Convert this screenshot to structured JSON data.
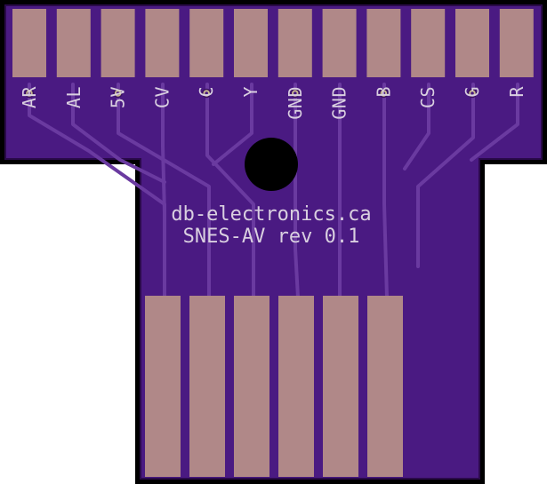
{
  "board": {
    "pins_top": [
      "AR",
      "AL",
      "5V",
      "CV",
      "C",
      "Y",
      "GND",
      "GND",
      "B",
      "CS",
      "G",
      "R"
    ],
    "title_line1": "db-electronics.ca",
    "title_line2": "SNES-AV rev 0.1",
    "colors": {
      "outline": "#000000",
      "pcb": "#4a1a82",
      "pcb_border": "#2a0a4a",
      "pad": "#b08888",
      "trace": "#6a3aa0",
      "silkscreen": "#d9cfe0",
      "via": "#c8b890"
    }
  }
}
